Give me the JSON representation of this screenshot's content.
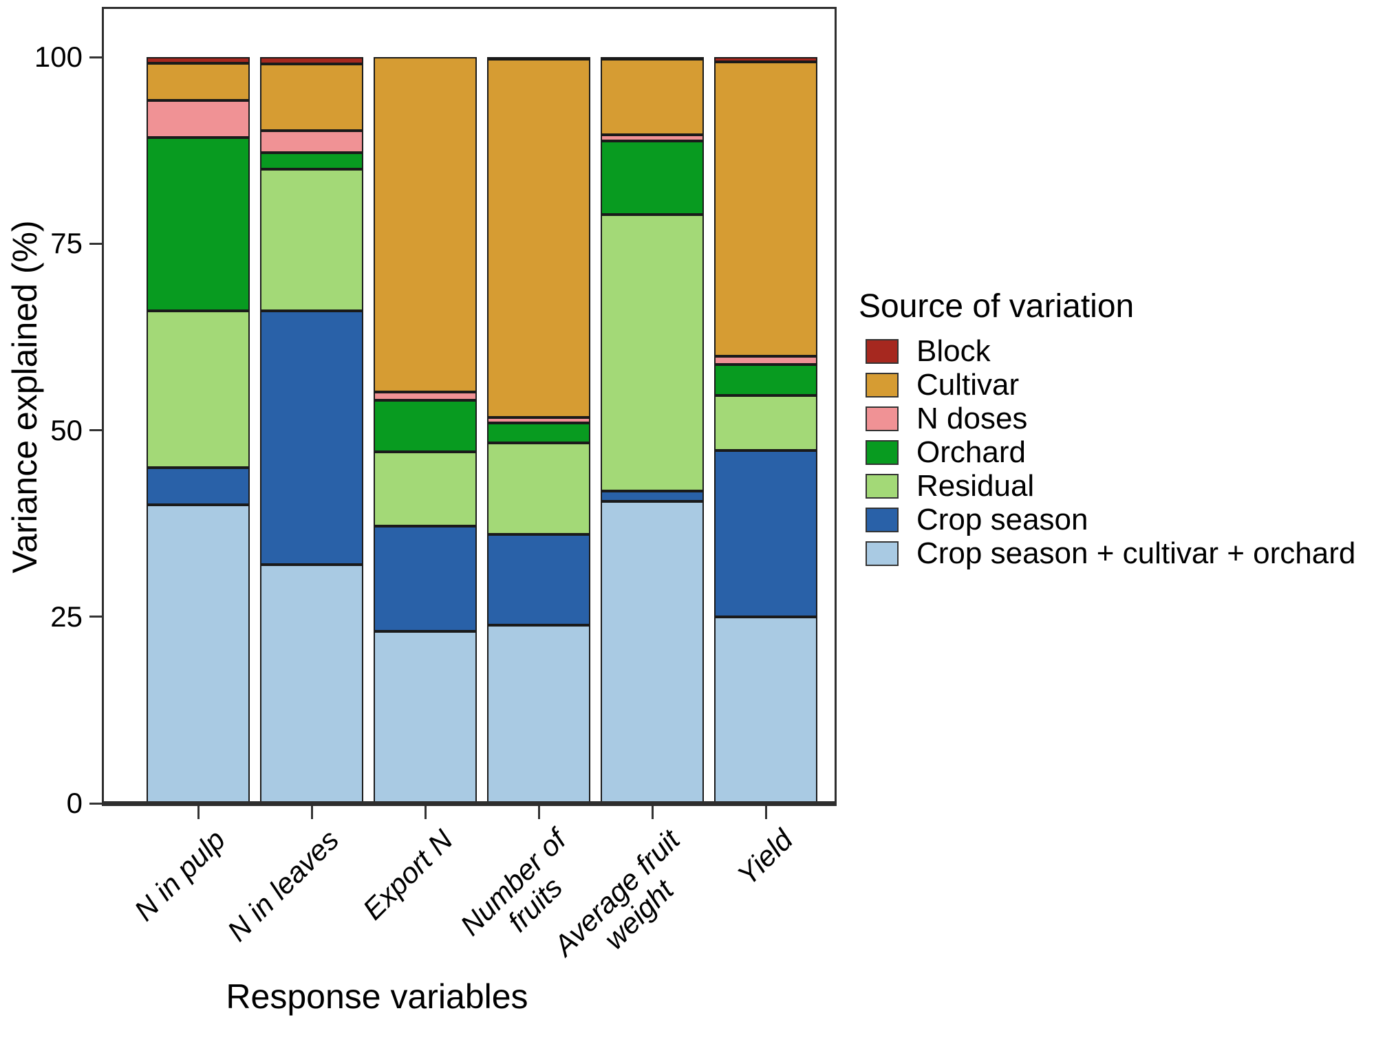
{
  "chart_data": {
    "type": "bar",
    "stacked": true,
    "title": "",
    "xlabel": "Response variables",
    "ylabel": "Variance explained (%)",
    "ylim": [
      0,
      100
    ],
    "yticks": [
      0,
      25,
      50,
      75,
      100
    ],
    "grid": false,
    "legend_title": "Source of variation",
    "legend_position": "right",
    "categories": [
      "N in pulp",
      "N in leaves",
      "Export N",
      "Number of\nfruits",
      "Average fruit\nweight",
      "Yield"
    ],
    "series": [
      {
        "name": "Crop season + cultivar + orchard",
        "color": "#A9CAE3",
        "values": [
          40.0,
          32.0,
          23.0,
          23.9,
          40.5,
          25.0
        ]
      },
      {
        "name": "Crop season",
        "color": "#2961A8",
        "values": [
          5.0,
          34.0,
          14.1,
          12.1,
          1.3,
          22.3
        ]
      },
      {
        "name": "Residual",
        "color": "#A3D977",
        "values": [
          21.0,
          19.0,
          10.0,
          12.3,
          37.1,
          7.4
        ]
      },
      {
        "name": "Orchard",
        "color": "#089B20",
        "values": [
          23.2,
          2.2,
          6.9,
          2.7,
          9.9,
          4.1
        ]
      },
      {
        "name": "N doses",
        "color": "#F09295",
        "values": [
          5.0,
          2.9,
          1.1,
          0.7,
          0.8,
          1.1
        ]
      },
      {
        "name": "Cultivar",
        "color": "#D69C33",
        "values": [
          5.0,
          9.0,
          44.9,
          48.0,
          10.1,
          39.5
        ]
      },
      {
        "name": "Block",
        "color": "#A6281F",
        "values": [
          0.8,
          0.9,
          0.0,
          0.3,
          0.3,
          0.6
        ]
      }
    ],
    "legend_order_top_to_bottom": [
      "Block",
      "Cultivar",
      "N doses",
      "Orchard",
      "Residual",
      "Crop season",
      "Crop season + cultivar + orchard"
    ]
  }
}
